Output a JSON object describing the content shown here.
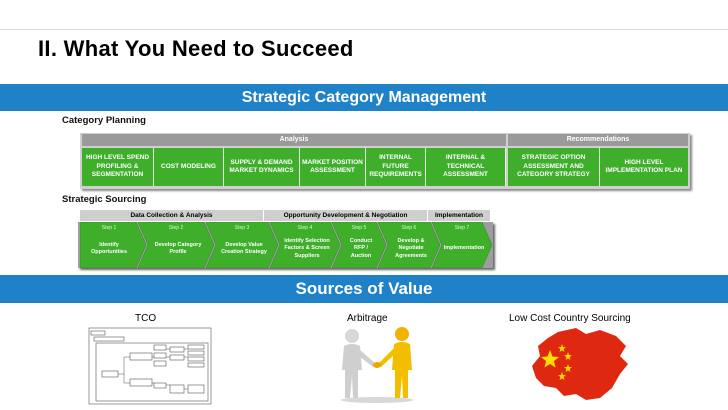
{
  "title": "II. What You Need to Succeed",
  "banners": {
    "top": "Strategic Category Management",
    "bottom": "Sources of Value"
  },
  "category_planning": {
    "label": "Category Planning",
    "headers": {
      "analysis": "Analysis",
      "recommendations": "Recommendations"
    },
    "cells": [
      "HIGH LEVEL SPEND PROFILING & SEGMENTATION",
      "COST MODELING",
      "SUPPLY & DEMAND MARKET DYNAMICS",
      "MARKET POSITION ASSESSMENT",
      "INTERNAL FUTURE REQUIREMENTS",
      "INTERNAL & TECHNICAL ASSESSMENT",
      "STRATEGIC OPTION ASSESSMENT AND CATEGORY STRATEGY",
      "HIGH LEVEL IMPLEMENTATION PLAN"
    ]
  },
  "strategic_sourcing": {
    "label": "Strategic Sourcing",
    "headers": {
      "data": "Data Collection & Analysis",
      "opportunity": "Opportunity Development & Negotiation",
      "implementation": "Implementation"
    },
    "steps": [
      {
        "step": "Step 1",
        "text": "Identify Opportunities"
      },
      {
        "step": "Step 2",
        "text": "Develop Category Profile"
      },
      {
        "step": "Step 3",
        "text": "Develop Value Creation Strategy"
      },
      {
        "step": "Step 4",
        "text": "Identify Selection Factors & Screen Suppliers"
      },
      {
        "step": "Step 5",
        "text": "Conduct RFP / Auction"
      },
      {
        "step": "Step 6",
        "text": "Develop & Negotiate Agreements"
      },
      {
        "step": "Step 7",
        "text": "Implementation"
      }
    ]
  },
  "sources_of_value": {
    "tco": "TCO",
    "arbitrage": "Arbitrage",
    "low_cost": "Low Cost Country Sourcing"
  },
  "colors": {
    "banner": "#1f82c9",
    "green": "#3fae2b",
    "grey_header": "#9a9a9a",
    "flag_red": "#de2910",
    "flag_yellow": "#ffde00"
  },
  "icons": [
    "tco-diagram-icon",
    "handshake-icon",
    "china-map-icon"
  ]
}
